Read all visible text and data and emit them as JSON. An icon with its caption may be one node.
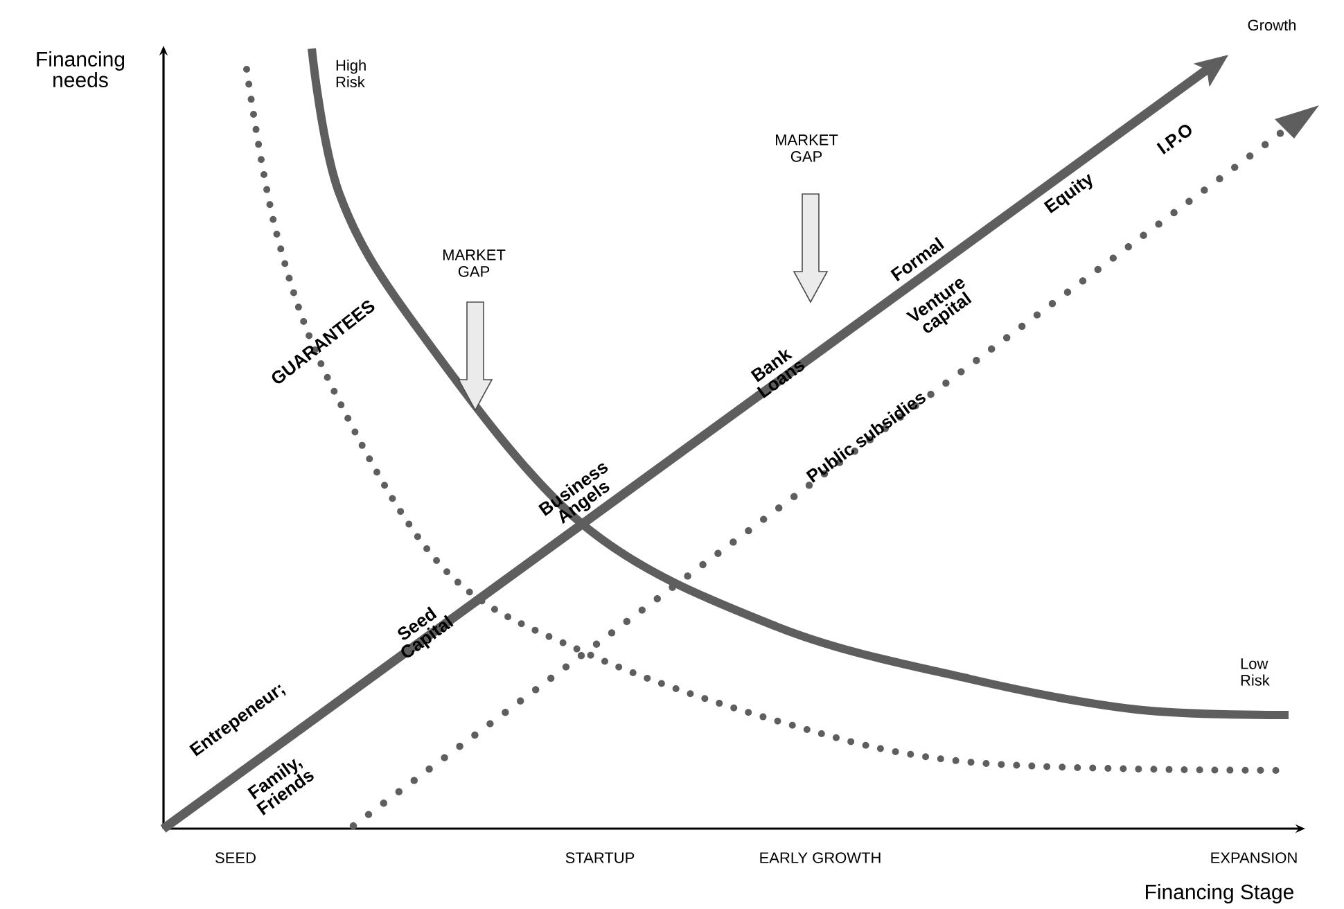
{
  "diagram": {
    "labels": [
      "Financing needs",
      "High Risk",
      "Growth",
      "MARKET GAP",
      "I.P.O",
      "Equity",
      "MARKET GAP",
      "Formal",
      "Venture capital",
      "GUARANTEES",
      "Bank Loans",
      "Public subsidies",
      "Business Angels",
      "Seed Capital",
      "Entrepeneur;",
      "Family, Friends",
      "Low Risk",
      "SEED",
      "STARTUP",
      "EARLY GROWTH",
      "EXPANSION",
      "Financing Stage"
    ]
  }
}
